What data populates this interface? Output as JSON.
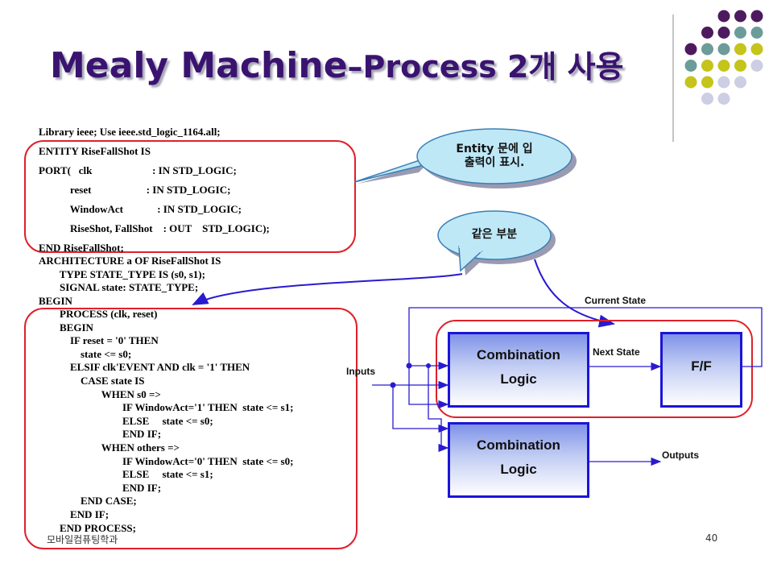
{
  "slide": {
    "title_main": "Mealy Machine",
    "title_rest": "–Process 2개 사용",
    "footer_left": "모바일컴퓨팅학과",
    "page_number": "40"
  },
  "code": {
    "entity_lines": [
      "Library ieee; Use ieee.std_logic_1164.all;",
      "ENTITY RiseFallShot IS",
      "PORT(   clk                       : IN STD_LOGIC;",
      "            reset                     : IN STD_LOGIC;",
      "            WindowAct             : IN STD_LOGIC;",
      "            RiseShot, FallShot    : OUT    STD_LOGIC);",
      "END RiseFallShot;"
    ],
    "arch_lines": [
      "ARCHITECTURE a OF RiseFallShot IS",
      "        TYPE STATE_TYPE IS (s0, s1);",
      "        SIGNAL state: STATE_TYPE;",
      "BEGIN"
    ],
    "process_lines": [
      "        PROCESS (clk, reset)",
      "        BEGIN",
      "            IF reset = '0' THEN",
      "                state <= s0;",
      "            ELSIF clk'EVENT AND clk = '1' THEN",
      "                CASE state IS",
      "                        WHEN s0 =>",
      "                                IF WindowAct='1' THEN  state <= s1;",
      "                                ELSE     state <= s0;",
      "                                END IF;",
      "                        WHEN others =>",
      "                                IF WindowAct='0' THEN  state <= s0;",
      "                                ELSE     state <= s1;",
      "                                END IF;",
      "                END CASE;",
      "            END IF;",
      "        END PROCESS;"
    ]
  },
  "callouts": {
    "entity_note": "Entity 문에 입\n출력이 표시.",
    "same_part": "같은 부분"
  },
  "diagram": {
    "comb1_line1": "Combination",
    "comb1_line2": "Logic",
    "ff": "F/F",
    "comb2_line1": "Combination",
    "comb2_line2": "Logic",
    "current_state": "Current State",
    "next_state": "Next State",
    "inputs": "Inputs",
    "outputs": "Outputs"
  },
  "colors": {
    "title": "#3a1370",
    "red_outline": "#e0202a",
    "block_border": "#1c14d8",
    "wire": "#2a1ad0",
    "dot_purple": "#4e1a5e",
    "dot_teal": "#6c9c9a",
    "dot_olive": "#c4c41a",
    "dot_lavender": "#cdcde3"
  }
}
